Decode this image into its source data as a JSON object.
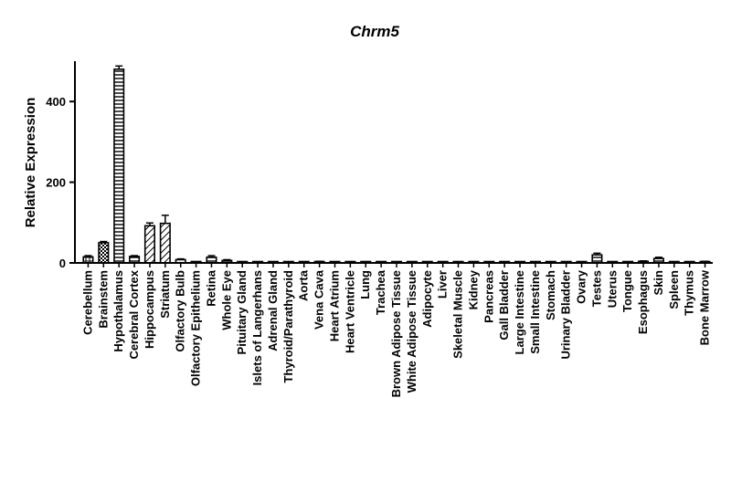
{
  "chart_data": {
    "type": "bar",
    "title": "Chrm5",
    "xlabel": "",
    "ylabel": "Relative Expression",
    "ylim": [
      0,
      500
    ],
    "yticks": [
      0,
      200,
      400
    ],
    "grid": false,
    "categories": [
      "Cerebellum",
      "Brainstem",
      "Hypothalamus",
      "Cerebral Cortex",
      "Hippocampus",
      "Striatum",
      "Olfactory Bulb",
      "Olfactory Epithelium",
      "Retina",
      "Whole Eye",
      "Pituitary Gland",
      "Islets of Langerhans",
      "Adrenal Gland",
      "Thyroid/Parathyroid",
      "Aorta",
      "Vena Cava",
      "Heart Atrium",
      "Heart Ventricle",
      "Lung",
      "Trachea",
      "Brown Adipose Tissue",
      "White Adipose Tissue",
      "Adipocyte",
      "Liver",
      "Skeletal Muscle",
      "Kidney",
      "Pancreas",
      "Gall Bladder",
      "Large Intestine",
      "Small Intestine",
      "Stomach",
      "Urinary Bladder",
      "Ovary",
      "Testes",
      "Uterus",
      "Tongue",
      "Esophagus",
      "Skin",
      "Spleen",
      "Thymus",
      "Bone Marrow"
    ],
    "values": [
      15,
      50,
      480,
      16,
      92,
      98,
      8,
      2,
      14,
      6,
      1,
      1,
      1,
      1,
      1,
      3,
      1,
      1,
      1,
      2,
      1,
      1,
      1,
      1,
      1,
      1,
      1,
      1,
      1,
      1,
      1,
      1,
      1,
      20,
      1,
      1,
      4,
      11,
      1,
      1,
      3
    ],
    "errors": [
      3,
      3,
      8,
      2,
      7,
      20,
      2,
      1,
      4,
      2,
      0,
      0,
      0,
      0,
      0,
      1,
      0,
      0,
      0,
      0,
      0,
      0,
      0,
      0,
      0,
      0,
      0,
      0,
      0,
      0,
      0,
      0,
      0,
      4,
      0,
      0,
      1,
      3,
      0,
      0,
      1
    ],
    "fills": [
      "grid",
      "checker",
      "hstripe",
      "hstripe",
      "diag",
      "diag",
      "solid",
      "solid",
      "hstripe",
      "hstripe",
      "solid",
      "solid",
      "solid",
      "solid",
      "solid",
      "solid",
      "solid",
      "solid",
      "solid",
      "solid",
      "solid",
      "solid",
      "solid",
      "solid",
      "solid",
      "solid",
      "solid",
      "solid",
      "solid",
      "solid",
      "solid",
      "solid",
      "solid",
      "hstripe",
      "solid",
      "solid",
      "solid",
      "hstripe",
      "solid",
      "solid",
      "solid"
    ]
  }
}
